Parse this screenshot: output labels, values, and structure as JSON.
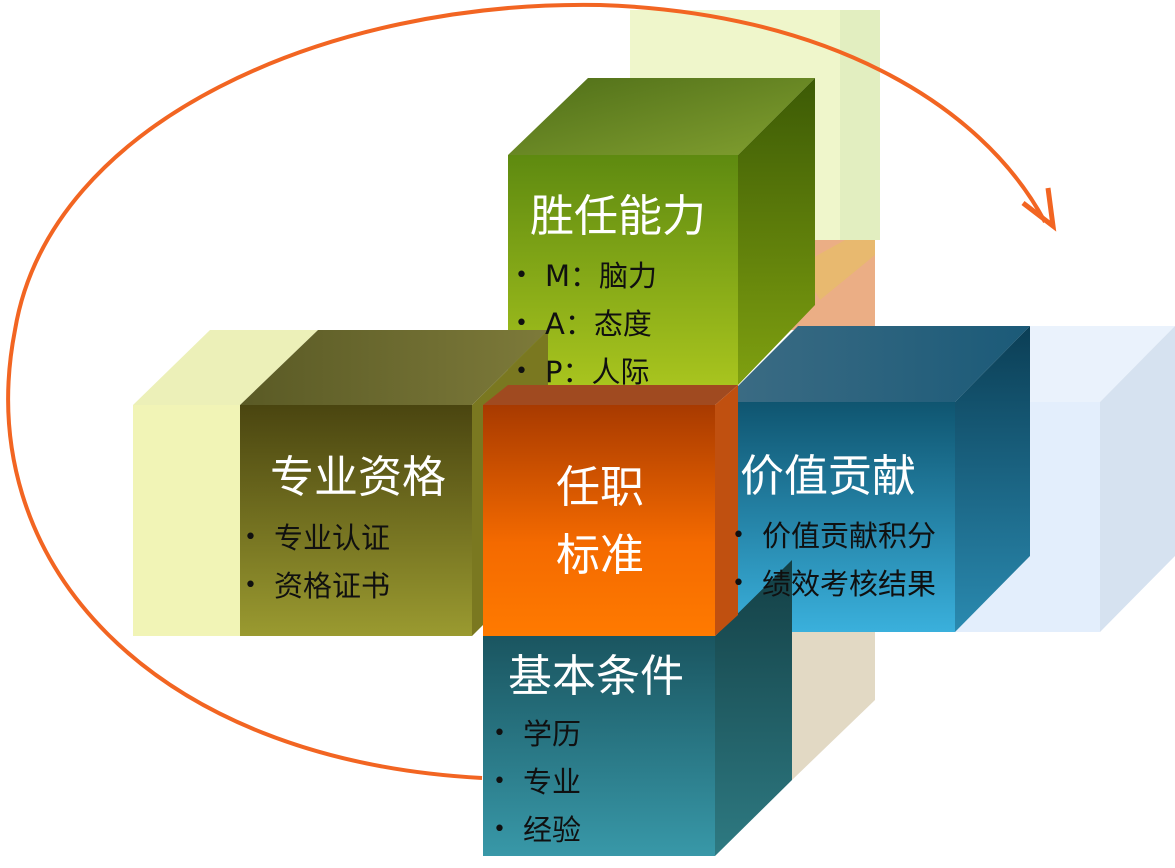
{
  "colors": {
    "arrow": "#f26522",
    "center": "#f46a00",
    "competency": "#8aaa22",
    "qualification": "#6e6a22",
    "contribution": "#1b7ea3",
    "basic": "#2e8a96"
  },
  "center": {
    "line1": "任职",
    "line2": "标准"
  },
  "competency": {
    "title": "胜任能力",
    "items": [
      "M：脑力",
      "A：态度",
      "P：人际"
    ]
  },
  "qualification": {
    "title": "专业资格",
    "items": [
      "专业认证",
      "资格证书"
    ]
  },
  "contribution": {
    "title": "价值贡献",
    "items": [
      "价值贡献积分",
      "绩效考核结果"
    ]
  },
  "basic": {
    "title": "基本条件",
    "items": [
      "学历",
      "专业",
      "经验"
    ]
  }
}
